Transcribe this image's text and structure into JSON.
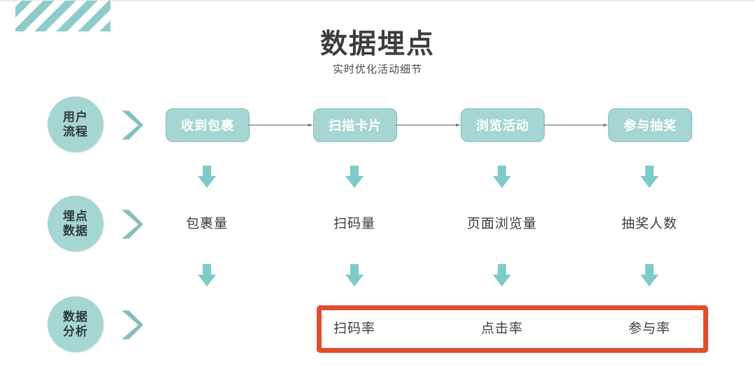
{
  "header": {
    "title": "数据埋点",
    "subtitle": "实时优化活动细节",
    "decoration": "diagonal-stripes-block"
  },
  "theme": {
    "teal": "#a6d6d4",
    "teal_border": "#7fbfbd",
    "teal_stripe": "#8ecccb",
    "red_accent": "#e04e2e",
    "text_dark": "#3d3d3d",
    "background": "#ffffff"
  },
  "rows": [
    {
      "id": "user-flow",
      "line1": "用户",
      "line2": "流程"
    },
    {
      "id": "tracking-data",
      "line1": "埋点",
      "line2": "数据"
    },
    {
      "id": "data-analysis",
      "line1": "数据",
      "line2": "分析"
    }
  ],
  "flow_steps": [
    {
      "label": "收到包裹"
    },
    {
      "label": "扫描卡片"
    },
    {
      "label": "浏览活动"
    },
    {
      "label": "参与抽奖"
    }
  ],
  "metrics": [
    {
      "label": "包裹量"
    },
    {
      "label": "扫码量"
    },
    {
      "label": "页面浏览量"
    },
    {
      "label": "抽奖人数"
    }
  ],
  "rates": [
    {
      "label": "扫码率"
    },
    {
      "label": "点击率"
    },
    {
      "label": "参与率"
    }
  ],
  "icons": {
    "chevron": "chevron-right-icon",
    "down_arrow": "arrow-down-icon",
    "connector": "arrow-right-connector-icon"
  }
}
